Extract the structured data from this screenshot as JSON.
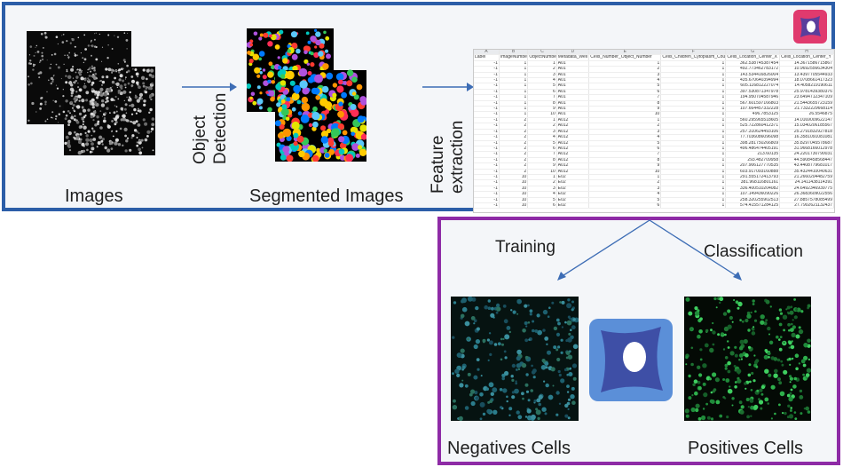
{
  "top_section": {
    "images_label": "Images",
    "object_detection_label_line1": "Object",
    "object_detection_label_line2": "Detection",
    "segmented_label": "Segmented Images",
    "feature_label_line1": "Feature",
    "feature_label_line2": "extraction"
  },
  "spreadsheet": {
    "column_letters": [
      "A",
      "B",
      "C",
      "D",
      "E",
      "F",
      "G",
      "H"
    ],
    "headers": [
      "Label",
      "ImageNumber",
      "ObjectNumber",
      "Metadata_Well",
      "Cells_Number_Object_Number",
      "Cells_Children_Cytoplasm_Count",
      "Cells_Location_Center_X",
      "Cells_Location_Center_Y"
    ],
    "rows": [
      [
        "-1",
        "1",
        "1",
        "A01",
        "1",
        "1",
        "362.538745387454",
        "14.3671586715867"
      ],
      [
        "-1",
        "1",
        "2",
        "A01",
        "2",
        "1",
        "492.773462783172",
        "10.9692556634304"
      ],
      [
        "-1",
        "1",
        "3",
        "A01",
        "3",
        "1",
        "143.534416826004",
        "13.4397705544933"
      ],
      [
        "-1",
        "1",
        "4",
        "A01",
        "4",
        "1",
        "435.670640394994",
        "18.0708661417323"
      ],
      [
        "-1",
        "1",
        "5",
        "A01",
        "5",
        "1",
        "605.116812227074",
        "14.4058219190611"
      ],
      [
        "-1",
        "1",
        "6",
        "A01",
        "6",
        "1",
        "397.530871347978",
        "25.9781439380376"
      ],
      [
        "-1",
        "1",
        "7",
        "A01",
        "7",
        "1",
        "194.950704587946",
        "23.6494712347109"
      ],
      [
        "-1",
        "1",
        "8",
        "A01",
        "8",
        "1",
        "567.601597166803",
        "21.5443655723159"
      ],
      [
        "-1",
        "1",
        "9",
        "A01",
        "9",
        "1",
        "107.664457332228",
        "21.7332229668114"
      ],
      [
        "-1",
        "1",
        "10",
        "A01",
        "10",
        "1",
        "496.7853125",
        "26.5546875"
      ],
      [
        "-1",
        "2",
        "1",
        "A012",
        "1",
        "1",
        "560.295965518605",
        "14.0169009622147"
      ],
      [
        "-1",
        "2",
        "2",
        "A012",
        "2",
        "1",
        "525.722860412371",
        "15.0340206185567"
      ],
      [
        "-1",
        "2",
        "3",
        "A012",
        "3",
        "1",
        "257.310624493106",
        "25.2791832927818"
      ],
      [
        "-1",
        "2",
        "4",
        "A012",
        "4",
        "1",
        "77.7036086096098",
        "16.3581091081081"
      ],
      [
        "-1",
        "2",
        "5",
        "A012",
        "5",
        "1",
        "398.281750266809",
        "35.8297045578687"
      ],
      [
        "-1",
        "2",
        "6",
        "A012",
        "6",
        "1",
        "496.486474405191",
        "31.9668166012978"
      ],
      [
        "-1",
        "2",
        "7",
        "A012",
        "7",
        "1",
        "213.60135",
        "24.2201730790031"
      ],
      [
        "-1",
        "2",
        "8",
        "A012",
        "8",
        "1",
        "293.482709958",
        "44.5908458568447"
      ],
      [
        "-1",
        "2",
        "9",
        "A012",
        "9",
        "1",
        "207.906127770535",
        "43.4408779681017"
      ],
      [
        "-1",
        "2",
        "10",
        "A012",
        "10",
        "1",
        "603.917093160888",
        "35.4324410040631"
      ],
      [
        "-1",
        "10",
        "1",
        "E02",
        "1",
        "1",
        "291.555172413793",
        "21.2660204482759"
      ],
      [
        "-1",
        "10",
        "2",
        "E02",
        "2",
        "1",
        "381.968116801161",
        "24.1411438114391"
      ],
      [
        "-1",
        "10",
        "3",
        "E02",
        "3",
        "1",
        "336.400510204082",
        "24.6492346939775"
      ],
      [
        "-1",
        "10",
        "4",
        "E02",
        "4",
        "1",
        "107.149436090226",
        "26.3683609022556"
      ],
      [
        "-1",
        "10",
        "5",
        "E02",
        "5",
        "1",
        "258.320255902513",
        "27.8857578085499"
      ],
      [
        "-1",
        "10",
        "6",
        "E02",
        "6",
        "1",
        "574.415571284125",
        "27.7902621132437"
      ]
    ]
  },
  "bottom_section": {
    "training_label": "Training",
    "classification_label": "Classification",
    "negatives_label": "Negatives Cells",
    "positives_label": "Positives Cells"
  },
  "colors": {
    "top_border": "#2c5ea8",
    "bottom_border": "#8e2ba6",
    "arrow": "#3d6db5",
    "logo_small_bg": "#e03a6e",
    "logo_large_bg": "#5b8fd8",
    "logo_cell": "#5a3e9c"
  },
  "icons": {
    "top_logo": "cell-app-logo-icon",
    "center_logo": "cell-app-logo-icon"
  }
}
